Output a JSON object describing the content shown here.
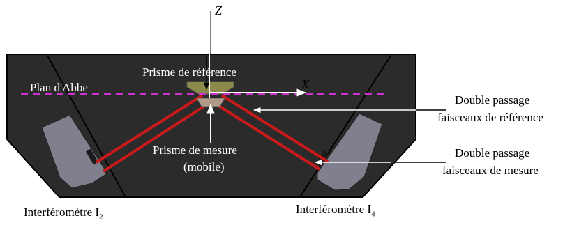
{
  "axes": {
    "z": "Z",
    "x": "X"
  },
  "labels": {
    "abbe_plane": "Plan d'Abbe",
    "reference_prism": "Prisme de référence",
    "measurement_prism_line1": "Prisme de mesure",
    "measurement_prism_line2": "(mobile)",
    "double_ref_line1": "Double passage",
    "double_ref_line2": "faisceaux de référence",
    "double_meas_line1": "Double passage",
    "double_meas_line2": "faisceaux de mesure",
    "interferometer_left": "Interféromètre I",
    "interferometer_left_sub": "2",
    "interferometer_right": "Interféromètre I",
    "interferometer_right_sub": "4"
  },
  "colors": {
    "body": "#2b2b2b",
    "arm": "#7f7f8e",
    "beam": "#cc1a1a",
    "abbe_line": "#cc33cc",
    "reference_prism": "#8c8a4a",
    "measurement_prism": "#b09a88"
  }
}
